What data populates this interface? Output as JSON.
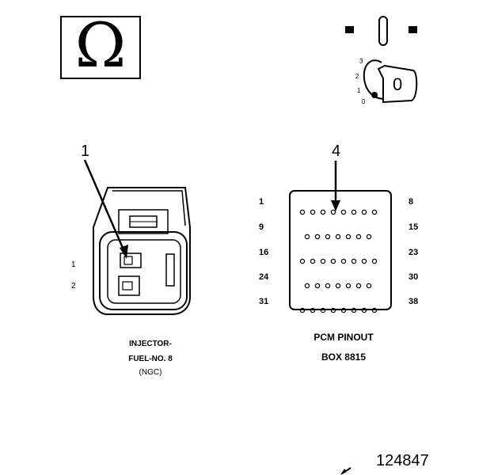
{
  "ohm_symbol": "Ω",
  "ignition": {
    "positions": [
      "3",
      "2",
      "1",
      "0"
    ],
    "key_symbol": "0"
  },
  "callouts": {
    "injector": "1",
    "pcm": "4"
  },
  "injector_connector": {
    "pins": [
      "1",
      "2"
    ],
    "caption": [
      "INJECTOR-",
      "FUEL-NO. 8",
      "(NGC)"
    ]
  },
  "pcm_connector": {
    "row_labels_left": [
      "1",
      "9",
      "16",
      "24",
      "31"
    ],
    "row_labels_right": [
      "8",
      "15",
      "23",
      "30",
      "38"
    ],
    "caption": [
      "PCM PINOUT",
      "BOX 8815"
    ]
  },
  "figure_number": "124847"
}
